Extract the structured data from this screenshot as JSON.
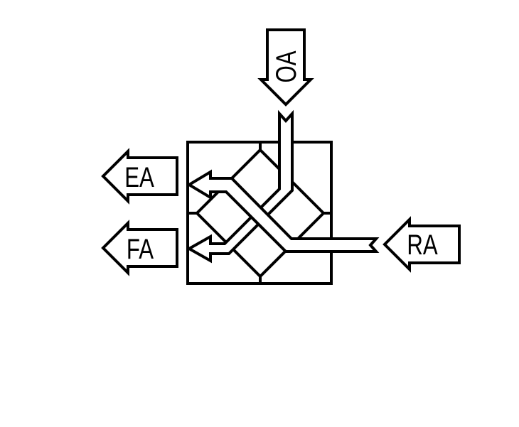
{
  "labels": {
    "outdoor_air": "OA",
    "exhaust_air": "EA",
    "fresh_air": "FA",
    "return_air": "RA"
  },
  "colors": {
    "stroke": "#000000",
    "background": "#ffffff"
  }
}
